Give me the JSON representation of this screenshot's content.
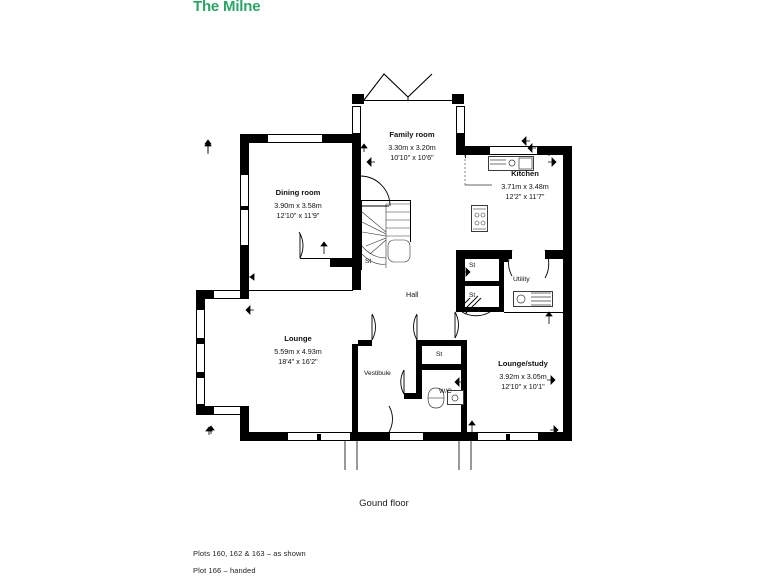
{
  "title": "The Milne",
  "floor_caption": "Gound floor",
  "notes": {
    "line1": "Plots 160, 162 & 163 – as shown",
    "line2": "Plot 166 – handed"
  },
  "colors": {
    "brand_green": "#2ba566",
    "wall": "#000000",
    "text": "#1a1a1a",
    "paper": "#ffffff"
  },
  "rooms": [
    {
      "id": "family-room",
      "name": "Family room",
      "metric": "3.30m x 3.20m",
      "imperial": "10'10\" x 10'6\""
    },
    {
      "id": "kitchen",
      "name": "Kitchen",
      "metric": "3.71m x 3.48m",
      "imperial": "12'2\" x 11'7\""
    },
    {
      "id": "dining-room",
      "name": "Dining room",
      "metric": "3.90m x 3.58m",
      "imperial": "12'10\" x 11'9\""
    },
    {
      "id": "lounge",
      "name": "Lounge",
      "metric": "5.59m x 4.93m",
      "imperial": "18'4\" x 16'2\""
    },
    {
      "id": "lounge-study",
      "name": "Lounge/study",
      "metric": "3.92m x 3.05m",
      "imperial": "12'10\" x 10'1\""
    }
  ],
  "small_rooms": [
    {
      "id": "st-stair",
      "name": "St"
    },
    {
      "id": "st-kitchen-1",
      "name": "St"
    },
    {
      "id": "st-kitchen-2",
      "name": "St"
    },
    {
      "id": "st-wc",
      "name": "St"
    },
    {
      "id": "hall",
      "name": "Hall"
    },
    {
      "id": "utility",
      "name": "Utility"
    },
    {
      "id": "vestibule",
      "name": "Vestibule"
    },
    {
      "id": "wc",
      "name": "W/C"
    }
  ],
  "fixtures": [
    {
      "id": "kitchen-sink",
      "name": "sink-fixture"
    },
    {
      "id": "kitchen-hob",
      "name": "hob-fixture"
    },
    {
      "id": "utility-unit",
      "name": "utility-appliance-fixture"
    },
    {
      "id": "wc-toilet",
      "name": "toilet-fixture"
    },
    {
      "id": "wc-basin",
      "name": "basin-fixture"
    }
  ]
}
